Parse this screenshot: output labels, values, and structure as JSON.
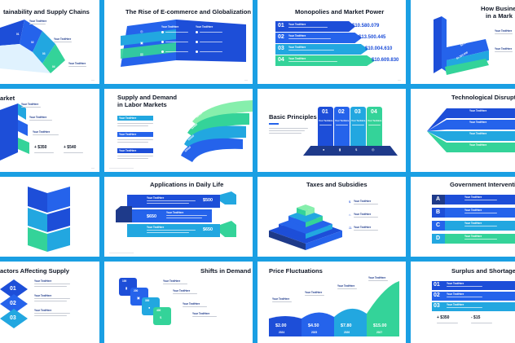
{
  "slides": {
    "s01": {
      "title": "tainability and Supply Chains",
      "labels": [
        "Your TextHere",
        "Your TextHere",
        "Your TextHere"
      ],
      "items": [
        "01",
        "02",
        "03",
        "04"
      ]
    },
    "s02": {
      "title": "The Rise of E-commerce and Globalization",
      "labels": [
        "Your TextHere",
        "Your TextHere",
        "Your TextHere",
        "Your TextHere",
        "Your TextHere",
        "Your TextHere"
      ]
    },
    "s03": {
      "title": "Monopolies and Market Power",
      "labels": [
        "Your TextHere",
        "Your TextHere",
        "Your TextHere",
        "Your TextHere"
      ],
      "values": [
        "$10.580.079",
        "$13.500.445",
        "$10.004.610",
        "$10.609.830"
      ],
      "items": [
        "01",
        "02",
        "03",
        "04"
      ]
    },
    "s04": {
      "title": "How Busine",
      "title2": "in a Mark",
      "labels": [
        "Your TextHere",
        "Your TextHere"
      ],
      "values": [
        "$1.300.000",
        "$3.100.000"
      ]
    },
    "s05": {
      "title": "arket",
      "labels": [
        "Your TextHere",
        "Your TextHere",
        "Your TextHere",
        "Your TextHere"
      ],
      "values": [
        "+ $350",
        "+ $540"
      ]
    },
    "s06": {
      "title": "Supply and Demand",
      "title2": "in Labor Markets",
      "labels": [
        "Your TextHere",
        "Your TextHere",
        "Your TextHere"
      ],
      "values": [
        "$3500",
        "$3400",
        "$3200",
        "$3000"
      ]
    },
    "s07": {
      "title": "Basic Principles",
      "items": [
        "01",
        "02",
        "03",
        "04"
      ],
      "labels": [
        "Your TextHere",
        "Your TextHere",
        "Your TextHere",
        "Your TextHere"
      ]
    },
    "s08": {
      "title": "Technological Disruptio",
      "labels": [
        "Your TextHere",
        "Your TextHere",
        "Your TextHere",
        "Your TextHere"
      ]
    },
    "s09": {
      "title": ""
    },
    "s10": {
      "title": "Applications in Daily Life",
      "labels": [
        "Your TextHere",
        "Your TextHere",
        "Your TextHere"
      ],
      "values": [
        "$500",
        "$650",
        "$650"
      ]
    },
    "s11": {
      "title": "Taxes and Subsidies",
      "labels": [
        "Your TextHere",
        "Your TextHere",
        "Your TextHere"
      ]
    },
    "s12": {
      "title": "Government Interventio",
      "items": [
        "A",
        "B",
        "C",
        "D"
      ],
      "labels": [
        "Your TextHere",
        "Your TextHere",
        "Your TextHere",
        "Your TextHere"
      ]
    },
    "s13": {
      "title": "actors Affecting Supply",
      "items": [
        "01",
        "02",
        "03"
      ],
      "labels": [
        "Your TextHere",
        "Your TextHere",
        "Your TextHere"
      ]
    },
    "s14": {
      "title": "Shifts in Demand",
      "values": [
        "100",
        "200",
        "300",
        "400"
      ],
      "labels": [
        "Your TextHere",
        "Your TextHere",
        "Your TextHere",
        "Your TextHere"
      ]
    },
    "s15": {
      "title": "Price Fluctuations",
      "values": [
        "$2.00",
        "$4.50",
        "$7.80",
        "$15.00"
      ],
      "years": [
        "2024",
        "2025",
        "2026",
        "2027"
      ],
      "labels": [
        "Your TextHere",
        "Your TextHere",
        "Your TextHere",
        "Your TextHere"
      ]
    },
    "s16": {
      "title": "Surplus and Shortage",
      "items": [
        "01",
        "02",
        "03"
      ],
      "labels": [
        "Your TextHere",
        "Your TextHere",
        "Your TextHere"
      ],
      "values": [
        "+ $350",
        "- $15"
      ]
    }
  },
  "colors": {
    "background": "#1a9fe3",
    "blue_dark": "#1d4ed8",
    "blue": "#2563eb",
    "cyan": "#22a7e0",
    "teal": "#34d399",
    "green": "#86efac",
    "navy": "#1e3a8a"
  }
}
